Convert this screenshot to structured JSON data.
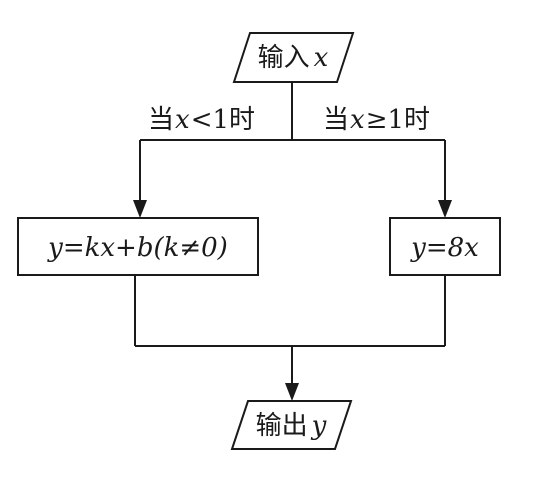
{
  "flowchart": {
    "input": {
      "prefix": "输入",
      "variable": "x"
    },
    "branch_left": {
      "prefix": "当",
      "variable": "x",
      "condition": "<1时"
    },
    "branch_right": {
      "prefix": "当",
      "variable": "x",
      "condition": "≥1时"
    },
    "process_left": {
      "formula": "y=kx+b(k≠0)"
    },
    "process_right": {
      "formula": "y=8x"
    },
    "output": {
      "prefix": "输出",
      "variable": "y"
    }
  }
}
